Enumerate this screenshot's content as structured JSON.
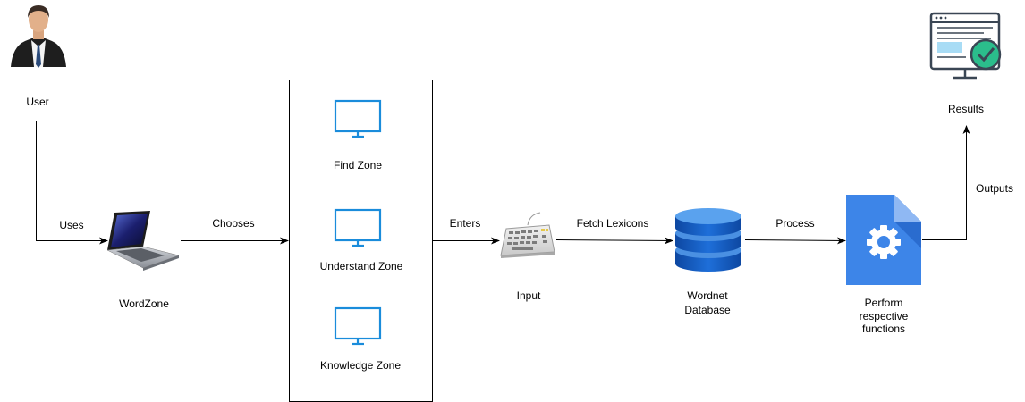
{
  "nodes": {
    "user": "User",
    "wordzone": "WordZone",
    "zones": {
      "find": "Find Zone",
      "understand": "Understand Zone",
      "knowledge": "Knowledge Zone"
    },
    "input": "Input",
    "database": {
      "line1": "Wordnet",
      "line2": "Database"
    },
    "perform": {
      "line1": "Perform",
      "line2": "respective",
      "line3": "functions"
    },
    "results": "Results"
  },
  "edges": {
    "uses": "Uses",
    "chooses": "Chooses",
    "enters": "Enters",
    "fetch": "Fetch Lexicons",
    "process": "Process",
    "outputs": "Outputs"
  },
  "icons": {
    "user": "user-icon",
    "wordzone": "laptop-icon",
    "zones": "monitor-icon",
    "input": "keyboard-icon",
    "database": "database-icon",
    "perform": "gear-document-icon",
    "results": "results-checkmark-icon"
  },
  "colors": {
    "monitor": "#1a8cdb",
    "database": "#1565c0",
    "document": "#3d85e8",
    "checkmark": "#2bbd8c",
    "results_screen": "#a8dcf5"
  }
}
